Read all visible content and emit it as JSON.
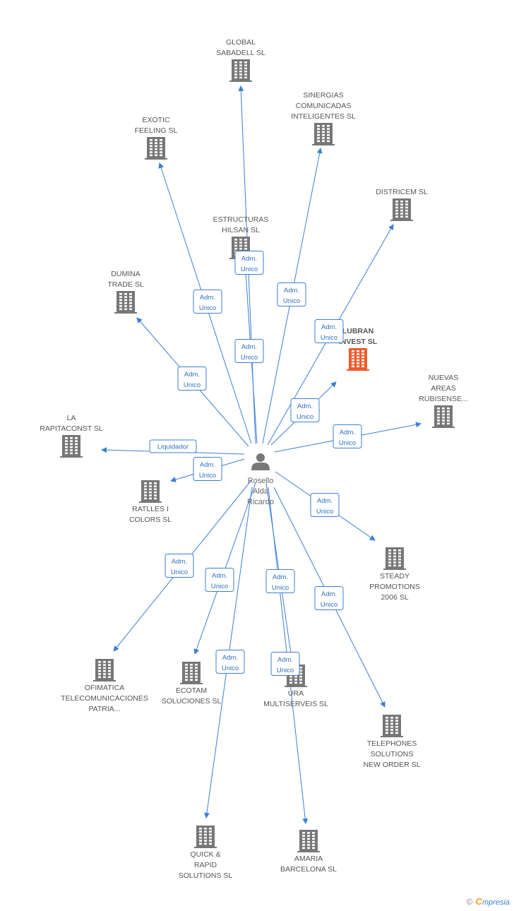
{
  "colors": {
    "edge": "#3a7fd5",
    "building": "#777777",
    "highlight": "#f05a2a",
    "person": "#777777"
  },
  "center": {
    "name_lines": [
      "Rosello",
      "Alda",
      "Ricardo"
    ],
    "icon": "person-icon"
  },
  "nodes": [
    {
      "id": "global-sabadell",
      "lines": [
        "GLOBAL",
        "SABADELL SL"
      ],
      "icon": "building-icon"
    },
    {
      "id": "sinergias",
      "lines": [
        "SINERGIAS",
        "COMUNICADAS",
        "INTELIGENTES SL"
      ],
      "icon": "building-icon"
    },
    {
      "id": "exotic-feeling",
      "lines": [
        "EXOTIC",
        "FEELING SL"
      ],
      "icon": "building-icon"
    },
    {
      "id": "districem",
      "lines": [
        "DISTRICEM SL"
      ],
      "icon": "building-icon"
    },
    {
      "id": "estructuras-hilsan",
      "lines": [
        "ESTRUCTURAS",
        "HILSAN SL"
      ],
      "icon": "building-icon"
    },
    {
      "id": "dumina-trade",
      "lines": [
        "DUMINA",
        "TRADE SL"
      ],
      "icon": "building-icon"
    },
    {
      "id": "lubran-invest",
      "lines": [
        "LUBRAN",
        "INVEST SL"
      ],
      "icon": "building-icon",
      "highlight": true
    },
    {
      "id": "nuevas-areas",
      "lines": [
        "NUEVAS",
        "AREAS",
        "RUBISENSE..."
      ],
      "icon": "building-icon"
    },
    {
      "id": "la-rapitaconst",
      "lines": [
        "LA",
        "RAPITACONST SL"
      ],
      "icon": "building-icon"
    },
    {
      "id": "ratlles-colors",
      "lines": [
        "RATLLES I",
        "COLORS SL"
      ],
      "icon": "building-icon"
    },
    {
      "id": "steady-promotions",
      "lines": [
        "STEADY",
        "PROMOTIONS",
        "2006 SL"
      ],
      "icon": "building-icon"
    },
    {
      "id": "ofimatica",
      "lines": [
        "OFIMATICA",
        "TELECOMUNICACIONES",
        "PATRIA..."
      ],
      "icon": "building-icon"
    },
    {
      "id": "ecotam",
      "lines": [
        "ECOTAM",
        "SOLUCIONES SL"
      ],
      "icon": "building-icon"
    },
    {
      "id": "ura-multiserveis",
      "lines": [
        "URA",
        "MULTISERVEIS SL"
      ],
      "icon": "building-icon"
    },
    {
      "id": "telephones-solutions",
      "lines": [
        "TELEPHONES",
        "SOLUTIONS",
        "NEW ORDER SL"
      ],
      "icon": "building-icon"
    },
    {
      "id": "quick-rapid",
      "lines": [
        "QUICK &",
        "RAPID",
        "SOLUTIONS SL"
      ],
      "icon": "building-icon"
    },
    {
      "id": "amaria-barcelona",
      "lines": [
        "AMARIA",
        "BARCELONA SL"
      ],
      "icon": "building-icon"
    }
  ],
  "edges": [
    {
      "target": "global-sabadell",
      "label": [
        "Adm.",
        "Unico"
      ]
    },
    {
      "target": "sinergias",
      "label": [
        "Adm.",
        "Unico"
      ]
    },
    {
      "target": "exotic-feeling",
      "label": [
        "Adm.",
        "Unico"
      ]
    },
    {
      "target": "districem",
      "label": [
        "Adm.",
        "Unico"
      ]
    },
    {
      "target": "estructuras-hilsan",
      "label": [
        "Adm.",
        "Unico"
      ]
    },
    {
      "target": "dumina-trade",
      "label": [
        "Adm.",
        "Unico"
      ]
    },
    {
      "target": "lubran-invest",
      "label": [
        "Adm.",
        "Unico"
      ]
    },
    {
      "target": "nuevas-areas",
      "label": [
        "Adm.",
        "Unico"
      ]
    },
    {
      "target": "la-rapitaconst",
      "label": [
        "Liquidador"
      ]
    },
    {
      "target": "ratlles-colors",
      "label": [
        "Adm.",
        "Unico"
      ]
    },
    {
      "target": "steady-promotions",
      "label": [
        "Adm.",
        "Unico"
      ]
    },
    {
      "target": "ofimatica",
      "label": [
        "Adm.",
        "Unico"
      ]
    },
    {
      "target": "ecotam",
      "label": [
        "Adm.",
        "Unico"
      ]
    },
    {
      "target": "ura-multiserveis",
      "label": [
        "Adm.",
        "Unico"
      ]
    },
    {
      "target": "telephones-solutions",
      "label": [
        "Adm.",
        "Unico"
      ]
    },
    {
      "target": "quick-rapid",
      "label": [
        "Adm.",
        "Unico"
      ]
    },
    {
      "target": "amaria-barcelona",
      "label": [
        "Adm.",
        "Unico"
      ]
    }
  ],
  "footer": {
    "copyright": "©",
    "brand_initial": "C",
    "brand_rest": "mpresia"
  }
}
